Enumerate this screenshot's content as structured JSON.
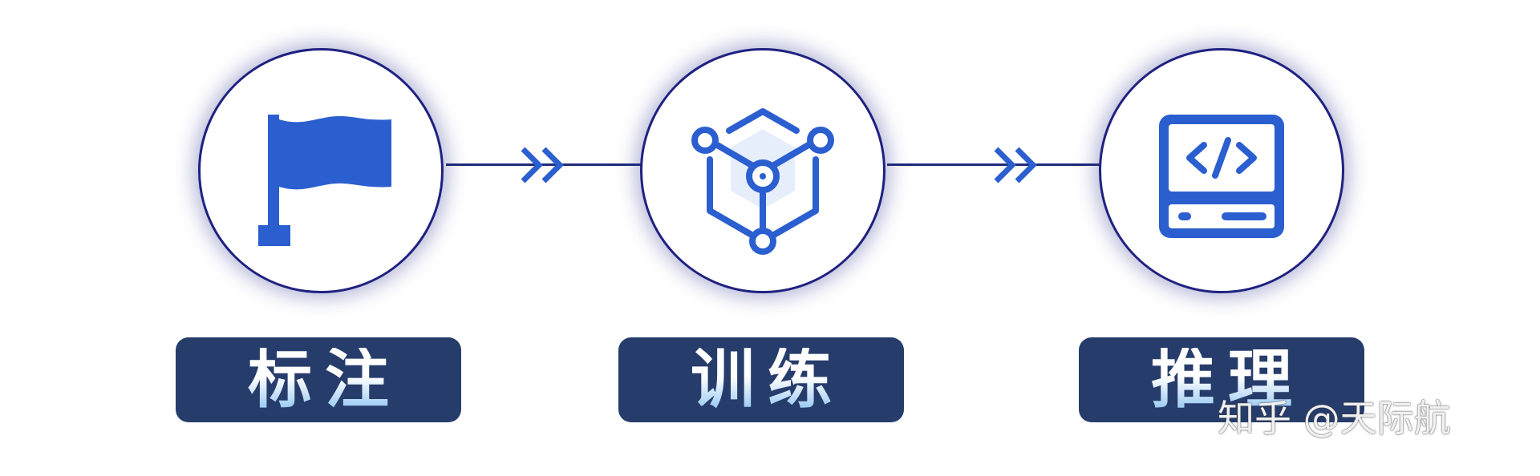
{
  "steps": [
    {
      "label": "标注",
      "icon": "flag-icon"
    },
    {
      "label": "训练",
      "icon": "network-cube-icon"
    },
    {
      "label": "推理",
      "icon": "code-device-icon"
    }
  ],
  "watermark": "知乎 @天际航",
  "colors": {
    "icon_blue": "#2b5fd0",
    "icon_light": "#e6eefc",
    "circle_border": "#1f2180",
    "connector": "#1f2a7a",
    "label_bg": "#263c6b",
    "label_text_top": "#ffffff",
    "label_text_bottom": "#8fc4f2"
  }
}
